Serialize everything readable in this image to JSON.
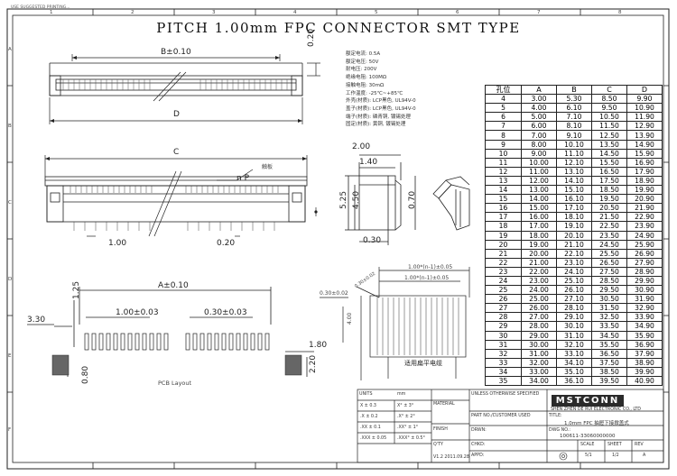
{
  "header": {
    "tiny_text": "USE SUGGESTED PRINTING...",
    "title": "PITCH 1.00mm FPC CONNECTOR SMT TYPE"
  },
  "frame": {
    "col_marks": [
      "1",
      "2",
      "3",
      "4",
      "5",
      "6",
      "7",
      "8"
    ],
    "row_marks": [
      "A",
      "B",
      "C",
      "D",
      "E",
      "F"
    ]
  },
  "spec_notes": [
    "额定电流: 0.5A",
    "额定电压: 50V",
    "耐电压: 200V",
    "绝缘电阻: 100MΩ",
    "接触电阻: 30mΩ",
    "工作温度: -25℃~+85℃",
    "外壳(材质): LCP黑色, UL94V-0",
    "盖子(材质): LCP黑色, UL94V-0",
    "端子(材质): 磷青铜, 镀锡处理",
    "固定(材质): 黄铜, 镀锡处理"
  ],
  "dims": {
    "b_tol": "B±0.10",
    "d": "D",
    "h020": "0.20",
    "c": "C",
    "np": "n P",
    "pin_label": "触板",
    "p100": "1.00",
    "p020": "0.20",
    "s200": "2.00",
    "s140": "1.40",
    "s525": "5.25",
    "s450": "4.50",
    "s070": "0.70",
    "s030": "0.30",
    "a_tol": "A±0.10",
    "l125": "1.25",
    "l100": "1.00±0.03",
    "l030": "0.30±0.03",
    "l330": "3.30",
    "l180": "1.80",
    "l080": "0.80",
    "l220": "2.20",
    "pcb_layout": "PCB Layout",
    "fpc1": "1.00*(n-1)±0.05",
    "fpc2": "1.00*(n-1)±0.05",
    "fpc030": "0.30±0.02",
    "fpc_side": "4.00",
    "fpc_label": "适用扁平电缆",
    "fpc_angle": "0.30±0.02"
  },
  "table": {
    "headers": [
      "孔位",
      "A",
      "B",
      "C",
      "D"
    ],
    "rows": [
      [
        "4",
        "3.00",
        "5.30",
        "8.50",
        "9.90"
      ],
      [
        "5",
        "4.00",
        "6.10",
        "9.50",
        "10.90"
      ],
      [
        "6",
        "5.00",
        "7.10",
        "10.50",
        "11.90"
      ],
      [
        "7",
        "6.00",
        "8.10",
        "11.50",
        "12.90"
      ],
      [
        "8",
        "7.00",
        "9.10",
        "12.50",
        "13.90"
      ],
      [
        "9",
        "8.00",
        "10.10",
        "13.50",
        "14.90"
      ],
      [
        "10",
        "9.00",
        "11.10",
        "14.50",
        "15.90"
      ],
      [
        "11",
        "10.00",
        "12.10",
        "15.50",
        "16.90"
      ],
      [
        "12",
        "11.00",
        "13.10",
        "16.50",
        "17.90"
      ],
      [
        "13",
        "12.00",
        "14.10",
        "17.50",
        "18.90"
      ],
      [
        "14",
        "13.00",
        "15.10",
        "18.50",
        "19.90"
      ],
      [
        "15",
        "14.00",
        "16.10",
        "19.50",
        "20.90"
      ],
      [
        "16",
        "15.00",
        "17.10",
        "20.50",
        "21.90"
      ],
      [
        "17",
        "16.00",
        "18.10",
        "21.50",
        "22.90"
      ],
      [
        "18",
        "17.00",
        "19.10",
        "22.50",
        "23.90"
      ],
      [
        "19",
        "18.00",
        "20.10",
        "23.50",
        "24.90"
      ],
      [
        "20",
        "19.00",
        "21.10",
        "24.50",
        "25.90"
      ],
      [
        "21",
        "20.00",
        "22.10",
        "25.50",
        "26.90"
      ],
      [
        "22",
        "21.00",
        "23.10",
        "26.50",
        "27.90"
      ],
      [
        "23",
        "22.00",
        "24.10",
        "27.50",
        "28.90"
      ],
      [
        "24",
        "23.00",
        "25.10",
        "28.50",
        "29.90"
      ],
      [
        "25",
        "24.00",
        "26.10",
        "29.50",
        "30.90"
      ],
      [
        "26",
        "25.00",
        "27.10",
        "30.50",
        "31.90"
      ],
      [
        "27",
        "26.00",
        "28.10",
        "31.50",
        "32.90"
      ],
      [
        "28",
        "27.00",
        "29.10",
        "32.50",
        "33.90"
      ],
      [
        "29",
        "28.00",
        "30.10",
        "33.50",
        "34.90"
      ],
      [
        "30",
        "29.00",
        "31.10",
        "34.50",
        "35.90"
      ],
      [
        "31",
        "30.00",
        "32.10",
        "35.50",
        "36.90"
      ],
      [
        "32",
        "31.00",
        "33.10",
        "36.50",
        "37.90"
      ],
      [
        "33",
        "32.00",
        "34.10",
        "37.50",
        "38.90"
      ],
      [
        "34",
        "33.00",
        "35.10",
        "38.50",
        "39.90"
      ],
      [
        "35",
        "34.00",
        "36.10",
        "39.50",
        "40.90"
      ]
    ]
  },
  "title_block": {
    "logo": "MSTCONN",
    "company": "SHEN ZHEN DE RUI ELECTRONIC CO., LTD",
    "title_label": "TITLE:",
    "title_value": "1.0mm FPC 抽屉下接掀盖式",
    "dwg_label": "DWG NO.:",
    "dwg_value": "100611-33060000000",
    "scale_label": "SCALE",
    "scale_value": "5/1",
    "sheet_label": "SHEET",
    "sheet_value": "1/2",
    "rev_label": "REV",
    "rev_value": "A",
    "ver_date": "V1.2 2011.09.28",
    "tol_header": "UNLESS OTHERWISE SPECIFIED",
    "units": "UNITS",
    "units_value": "mm",
    "part_no_label": "PART NO./CUSTOMER USED",
    "approved": "APPD:",
    "checked": "CHKD:",
    "drawn": "DRWN:",
    "material_label": "MATERIAL",
    "finish_label": "FINISH",
    "qty_label": "Q'TY",
    "tol_rows": [
      "X  ± 0.3",
      ".X  ± 0.2",
      ".XX  ± 0.1",
      ".XXX  ± 0.05"
    ],
    "ang_rows": [
      "X°  ± 3°",
      ".X°  ± 2°",
      ".XX°  ± 1°",
      ".XXX°  ± 0.5°"
    ]
  }
}
